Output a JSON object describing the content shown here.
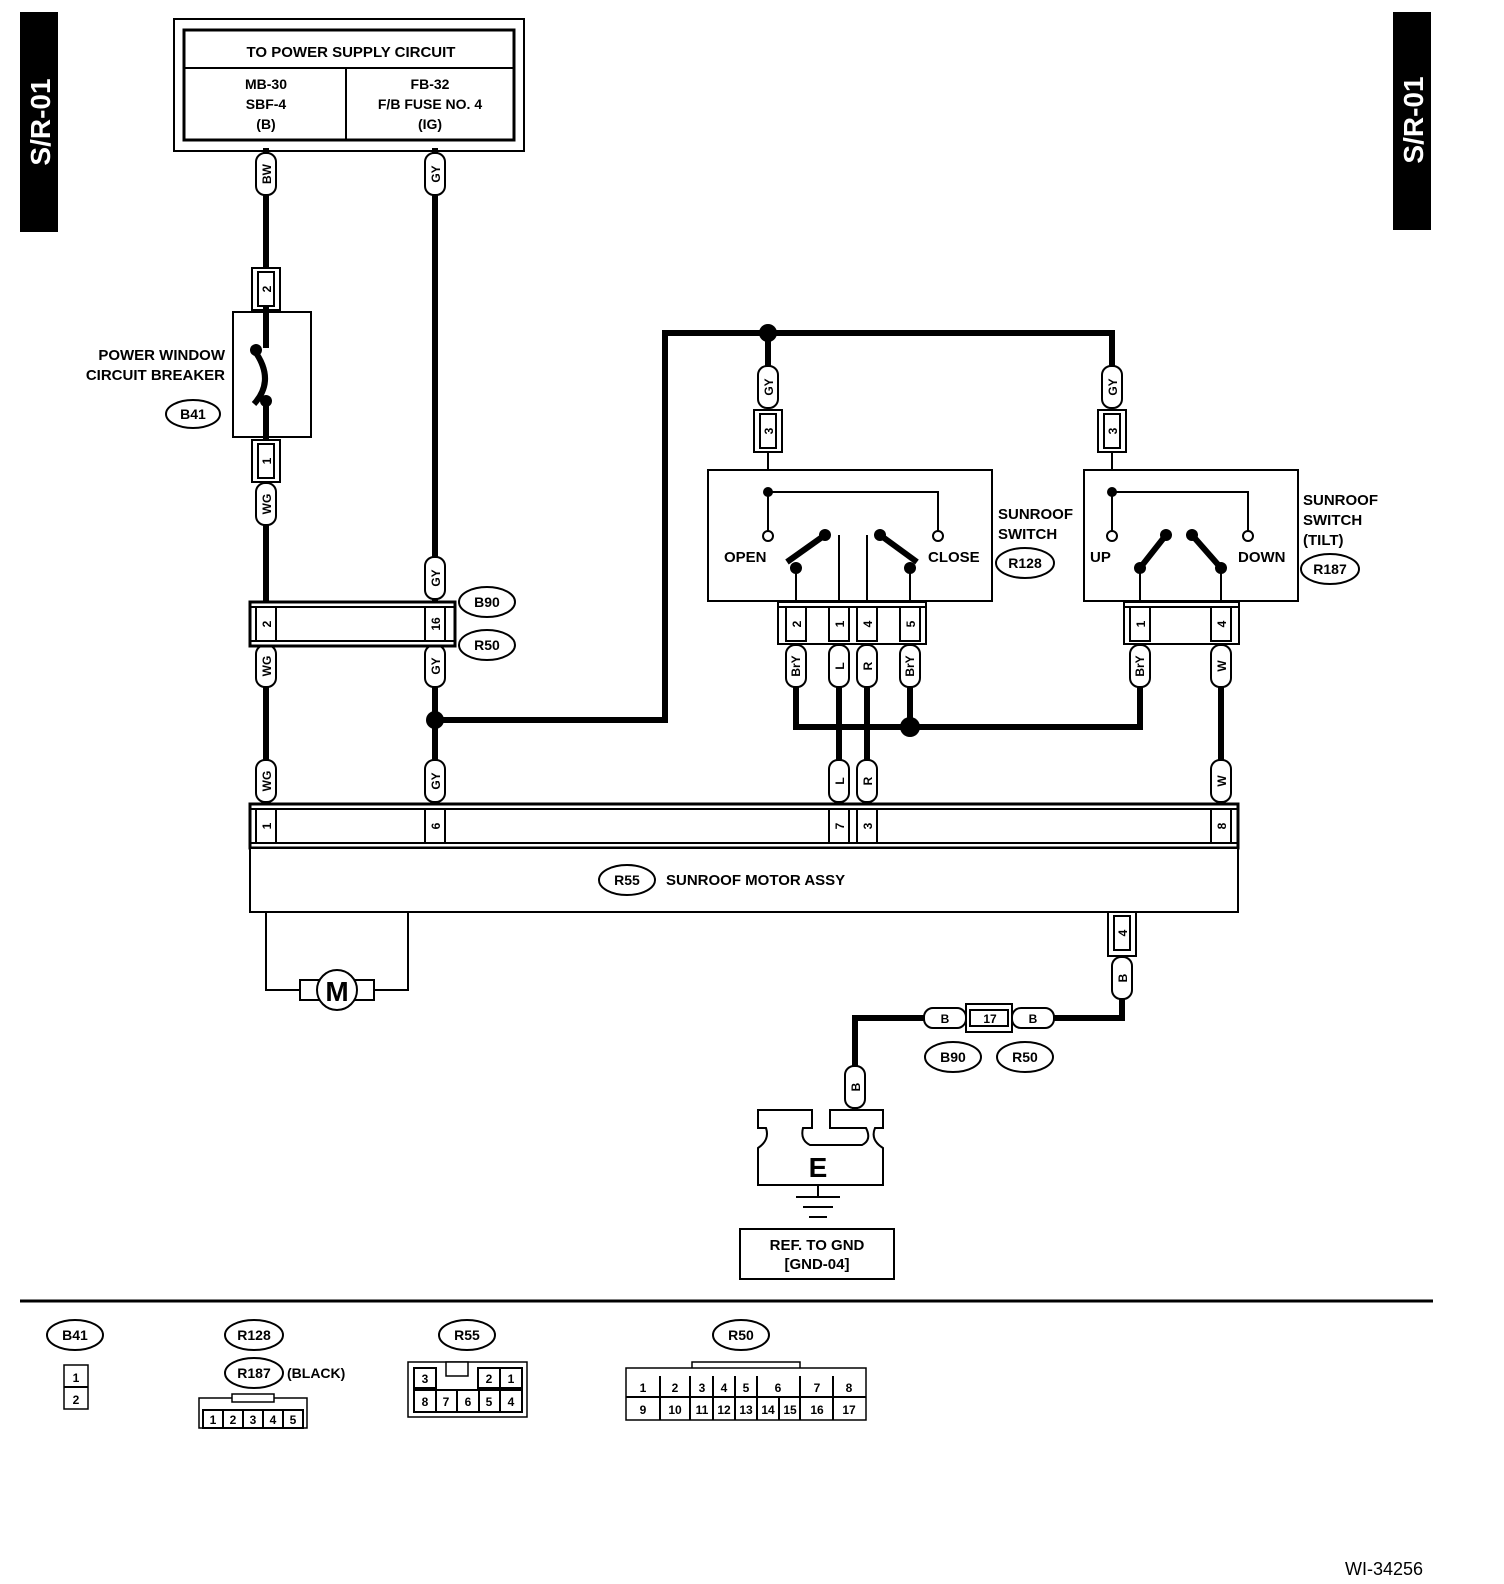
{
  "side_tabs": {
    "left": "S/R-01",
    "right": "S/R-01"
  },
  "power_supply": {
    "header": "TO POWER SUPPLY CIRCUIT",
    "left": {
      "line1": "MB-30",
      "line2": "SBF-4",
      "line3": "(B)"
    },
    "right": {
      "line1": "FB-32",
      "line2": "F/B FUSE NO. 4",
      "line3": "(IG)"
    }
  },
  "breaker": {
    "line1": "POWER WINDOW",
    "line2": "CIRCUIT BREAKER",
    "connector": "B41",
    "pin_top": "2",
    "pin_bottom": "1"
  },
  "wires": {
    "bw": "BW",
    "gy": "GY",
    "wg": "WG",
    "bry": "BrY",
    "l": "L",
    "r": "R",
    "w": "W",
    "b": "B"
  },
  "joint": {
    "connector_a": "B90",
    "connector_b": "R50",
    "pin_left": "2",
    "pin_right": "16"
  },
  "switch_open_close": {
    "title1": "SUNROOF",
    "title2": "SWITCH",
    "connector": "R128",
    "open": "OPEN",
    "close": "CLOSE",
    "pin_top": "3",
    "pins": [
      "2",
      "1",
      "4",
      "5"
    ]
  },
  "switch_tilt": {
    "title1": "SUNROOF",
    "title2": "SWITCH",
    "title3": "(TILT)",
    "connector": "R187",
    "up": "UP",
    "down": "DOWN",
    "pin_top": "3",
    "pins": [
      "1",
      "4"
    ]
  },
  "motor_assy": {
    "connector": "R55",
    "label": "SUNROOF MOTOR ASSY",
    "motor": "M",
    "pins": {
      "p1": "1",
      "p6": "6",
      "p7": "7",
      "p3": "3",
      "p8": "8",
      "p4": "4"
    }
  },
  "ground_joint": {
    "pin": "17",
    "connector_a": "B90",
    "connector_b": "R50"
  },
  "ground": {
    "symbol": "E",
    "ref_line1": "REF. TO GND",
    "ref_line2": "[GND-04]"
  },
  "legend": {
    "b41": {
      "label": "B41",
      "pins": [
        "1",
        "2"
      ]
    },
    "r128": {
      "label": "R128"
    },
    "r187": {
      "label": "R187",
      "note": "(BLACK)",
      "pins": [
        "1",
        "2",
        "3",
        "4",
        "5"
      ]
    },
    "r55": {
      "label": "R55",
      "pins_top": [
        "3",
        "2",
        "1"
      ],
      "pins_bottom": [
        "8",
        "7",
        "6",
        "5",
        "4"
      ]
    },
    "r50": {
      "label": "R50",
      "pins_top": [
        "1",
        "2",
        "3",
        "4",
        "5",
        "6",
        "7",
        "8"
      ],
      "pins_bottom": [
        "9",
        "10",
        "11",
        "12",
        "13",
        "14",
        "15",
        "16",
        "17"
      ]
    }
  },
  "figure_id": "WI-34256"
}
